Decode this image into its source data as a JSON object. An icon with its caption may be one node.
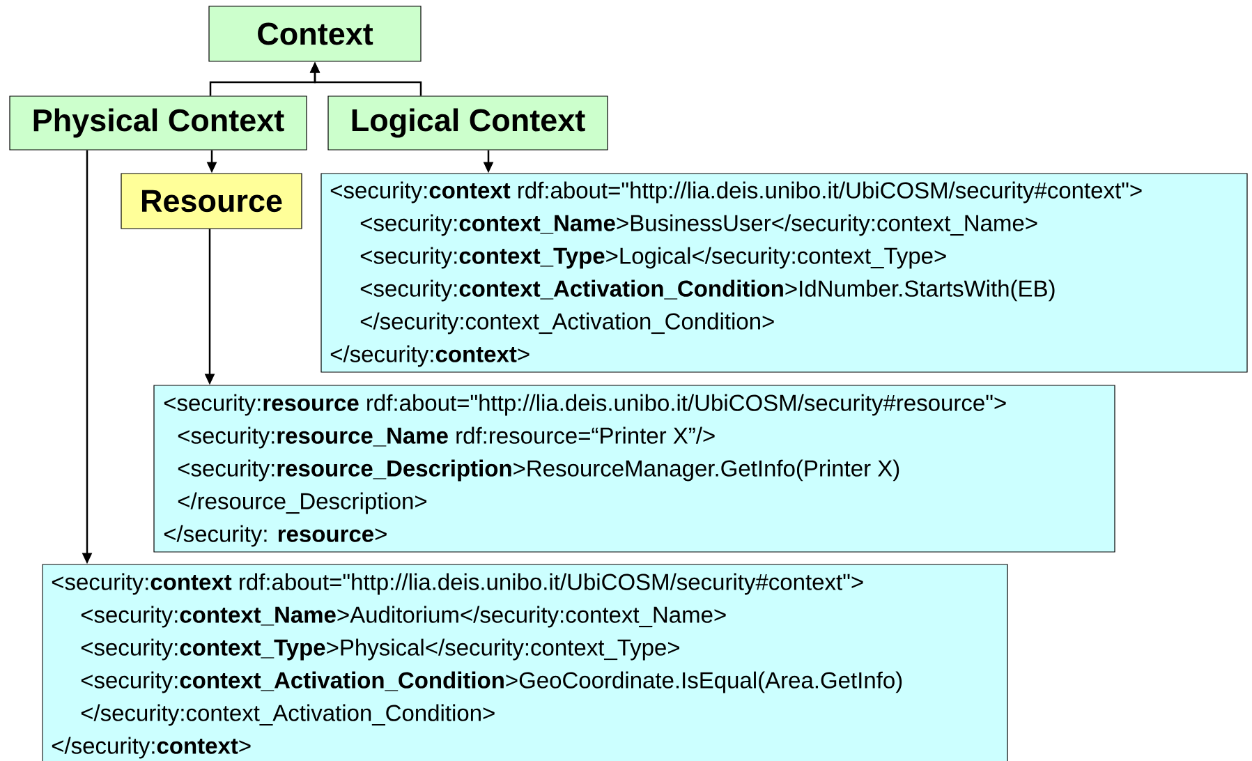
{
  "diagram": {
    "nodes": [
      {
        "text": [
          "Context"
        ]
      },
      {
        "text": [
          "Physical Context"
        ]
      },
      {
        "text": [
          "Logical Context"
        ]
      },
      {
        "text": [
          "Resource"
        ]
      },
      {
        "text": [
          "<security:**context** rdf:about=\"http://lia.deis.unibo.it/UbiCOSM/security#context\">",
          "<security:**context_Name**>BusinessUser</security:context_Name>",
          "<security:**context_Type**>Logical</security:context_Type>",
          "<security:**context_Activation_Condition**>IdNumber.StartsWith(EB)",
          "</security:context_Activation_Condition>",
          "</security:**context**>"
        ]
      },
      {
        "text": [
          "<security:**resource** rdf:about=\"http://lia.deis.unibo.it/UbiCOSM/security#resource\">",
          "<security:**resource_Name** rdf:resource=“Printer X”/>",
          "<security:**resource_Description**>ResourceManager.GetInfo(Printer X)",
          "</resource_Description>",
          "</security: **resource**>"
        ]
      },
      {
        "text": [
          "<security:**context** rdf:about=\"http://lia.deis.unibo.it/UbiCOSM/security#context\">",
          "<security:**context_Name**>Auditorium</security:context_Name>",
          "<security:**context_Type**>Physical</security:context_Type>",
          "<security:**context_Activation_Condition**>GeoCoordinate.IsEqual(Area.GetInfo)",
          "</security:context_Activation_Condition>",
          "</security:**context**>"
        ]
      }
    ],
    "edges": [
      {
        "from": 1,
        "to": 0,
        "arrow": "to"
      },
      {
        "from": 2,
        "to": 0,
        "arrow": "to"
      },
      {
        "from": 1,
        "to": 3,
        "arrow": "to"
      },
      {
        "from": 2,
        "to": 4,
        "arrow": "to"
      },
      {
        "from": 3,
        "to": 5,
        "arrow": "to"
      },
      {
        "from": 1,
        "to": 6,
        "arrow": "to"
      }
    ]
  }
}
